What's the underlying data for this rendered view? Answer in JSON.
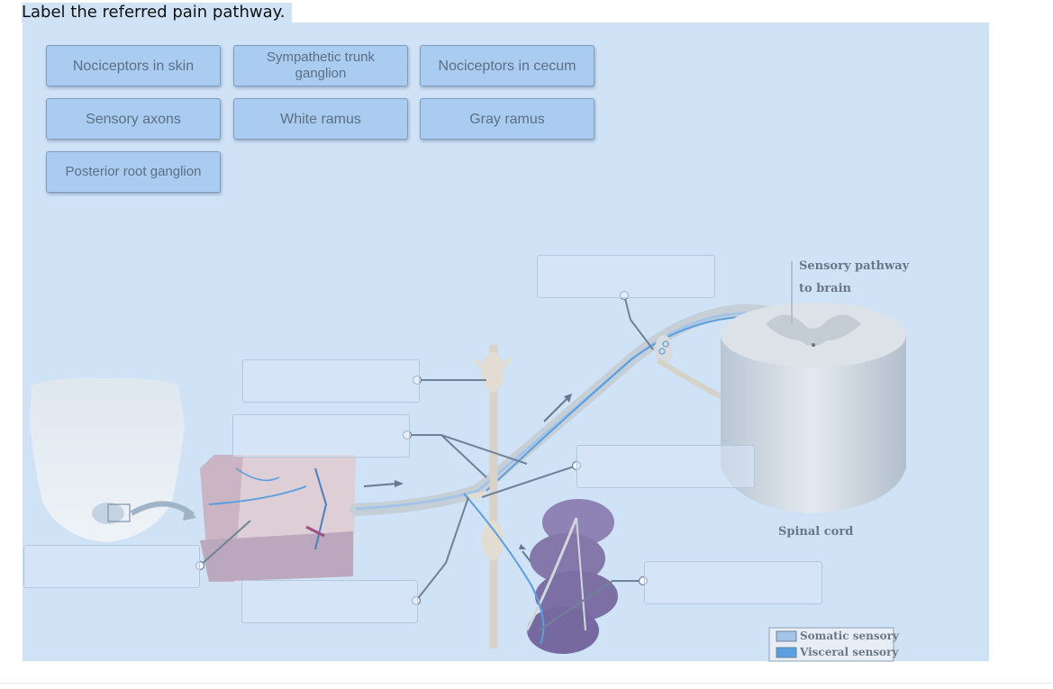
{
  "question": "Label the referred pain pathway.",
  "labels": [
    "Nociceptors in skin",
    "Sympathetic trunk ganglion",
    "Nociceptors in cecum",
    "Sensory axons",
    "White ramus",
    "Gray ramus",
    "Posterior root ganglion"
  ],
  "figure": {
    "sensory_pathway_line1": "Sensory pathway",
    "sensory_pathway_line2": "to brain",
    "spinal_cord": "Spinal cord",
    "legend_somatic": "Somatic sensory",
    "legend_visceral": "Visceral sensory"
  },
  "colors": {
    "panel": "#cfe2f6",
    "chip": "#a9ccf0",
    "somatic": "#a3c4e8",
    "visceral": "#5b9fe0"
  }
}
